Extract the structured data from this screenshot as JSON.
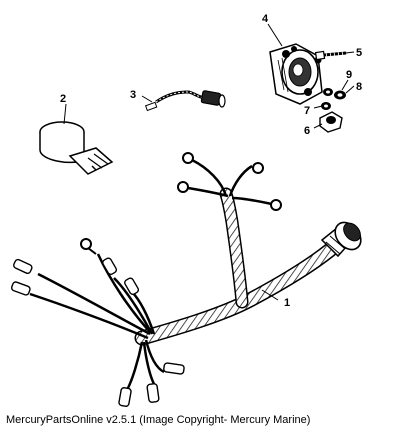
{
  "diagram": {
    "callouts": {
      "c1": "1",
      "c2": "2",
      "c3": "3",
      "c4": "4",
      "c5": "5",
      "c6": "6",
      "c7": "7",
      "c8": "8",
      "c9": "9"
    }
  },
  "caption": "MercuryPartsOnline v2.5.1 (Image Copyright- Mercury Marine)"
}
